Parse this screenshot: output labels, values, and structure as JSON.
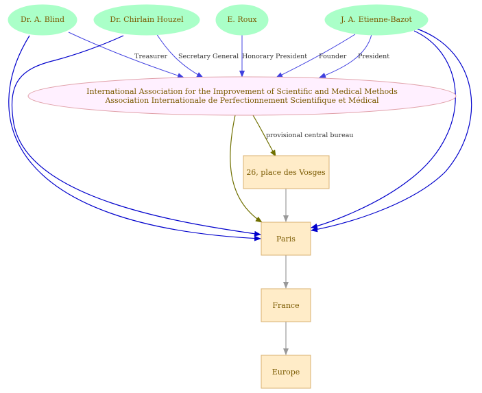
{
  "colors": {
    "person_fill": "#aaffc8",
    "org_fill": "#fff0ff",
    "org_stroke": "#e0a0a8",
    "place_fill": "#ffecc8",
    "place_stroke": "#d8b070",
    "role_edge": "#4040e0",
    "link_edge": "#0000cc",
    "olive_edge": "#707000",
    "gray_edge": "#999999"
  },
  "people": [
    {
      "id": "blind",
      "label": "Dr. A. Blind"
    },
    {
      "id": "houzel",
      "label": "Dr. Chirlain Houzel"
    },
    {
      "id": "roux",
      "label": "E. Roux"
    },
    {
      "id": "bazot",
      "label": "J. A. Etienne-Bazot"
    }
  ],
  "organization": {
    "label_line1": "International Association for the Improvement of Scientific and Medical Methods",
    "label_line2": "Association Internationale de Perfectionnement Scientifique et Médical"
  },
  "places": [
    {
      "id": "vosges",
      "label": "26, place des Vosges"
    },
    {
      "id": "paris",
      "label": "Paris"
    },
    {
      "id": "france",
      "label": "France"
    },
    {
      "id": "europe",
      "label": "Europe"
    }
  ],
  "edge_labels": {
    "treasurer": "Treasurer",
    "secretary": "Secretary General",
    "honorary": "Honorary President",
    "founder": "Founder",
    "president": "President",
    "bureau": "provisional central bureau"
  }
}
